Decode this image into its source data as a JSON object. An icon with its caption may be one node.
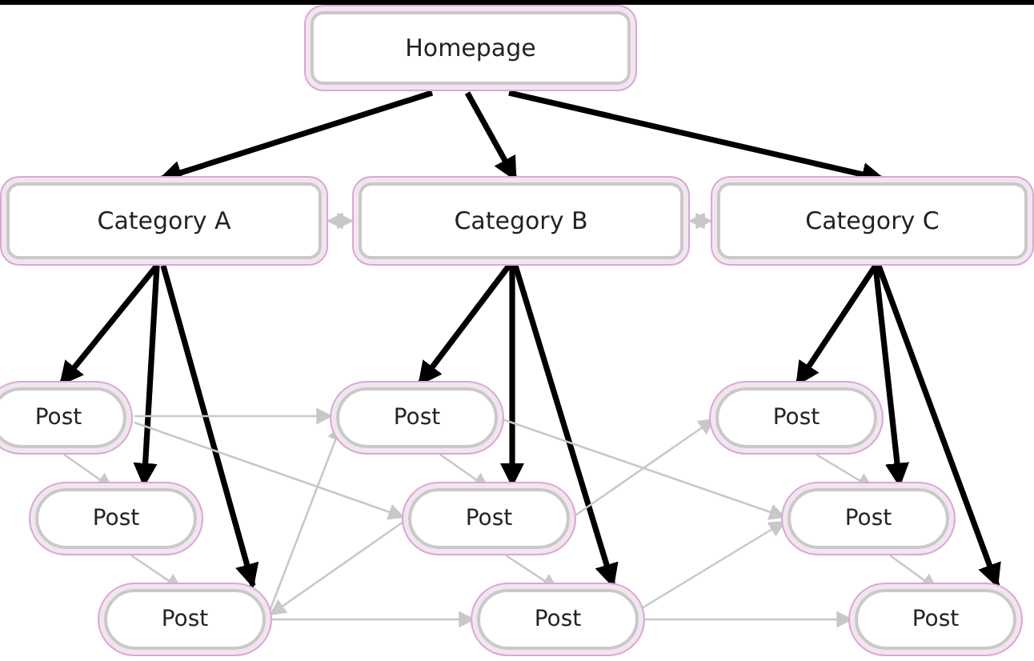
{
  "diagram": {
    "nodes": [
      {
        "text": [
          "Homepage"
        ]
      },
      {
        "text": [
          "Category A"
        ]
      },
      {
        "text": [
          "Category B"
        ]
      },
      {
        "text": [
          "Category C"
        ]
      },
      {
        "text": [
          "Post"
        ]
      },
      {
        "text": [
          "Post"
        ]
      },
      {
        "text": [
          "Post"
        ]
      },
      {
        "text": [
          "Post"
        ]
      },
      {
        "text": [
          "Post"
        ]
      },
      {
        "text": [
          "Post"
        ]
      },
      {
        "text": [
          "Post"
        ]
      },
      {
        "text": [
          "Post"
        ]
      },
      {
        "text": [
          "Post"
        ]
      }
    ],
    "edges": [
      {
        "from": 0,
        "to": 1,
        "arrow": "to",
        "style": "thick",
        "color": "#000000"
      },
      {
        "from": 0,
        "to": 2,
        "arrow": "to",
        "style": "thick",
        "color": "#000000"
      },
      {
        "from": 0,
        "to": 3,
        "arrow": "to",
        "style": "thick",
        "color": "#000000"
      },
      {
        "from": 1,
        "to": 2,
        "arrow": "both"
      },
      {
        "from": 2,
        "to": 3,
        "arrow": "both"
      },
      {
        "from": 1,
        "to": 4,
        "arrow": "to",
        "style": "thick",
        "color": "#000000"
      },
      {
        "from": 1,
        "to": 5,
        "arrow": "to",
        "style": "thick",
        "color": "#000000"
      },
      {
        "from": 1,
        "to": 6,
        "arrow": "to",
        "style": "thick",
        "color": "#000000"
      },
      {
        "from": 2,
        "to": 7,
        "arrow": "to",
        "style": "thick",
        "color": "#000000"
      },
      {
        "from": 2,
        "to": 8,
        "arrow": "to",
        "style": "thick",
        "color": "#000000"
      },
      {
        "from": 2,
        "to": 9,
        "arrow": "to",
        "style": "thick",
        "color": "#000000"
      },
      {
        "from": 3,
        "to": 10,
        "arrow": "to",
        "style": "thick",
        "color": "#000000"
      },
      {
        "from": 3,
        "to": 11,
        "arrow": "to",
        "style": "thick",
        "color": "#000000"
      },
      {
        "from": 3,
        "to": 12,
        "arrow": "to",
        "style": "thick",
        "color": "#000000"
      },
      {
        "from": 4,
        "to": 5,
        "arrow": "to"
      },
      {
        "from": 5,
        "to": 6,
        "arrow": "to"
      },
      {
        "from": 7,
        "to": 8,
        "arrow": "to"
      },
      {
        "from": 8,
        "to": 9,
        "arrow": "to"
      },
      {
        "from": 10,
        "to": 11,
        "arrow": "to"
      },
      {
        "from": 11,
        "to": 12,
        "arrow": "to"
      },
      {
        "from": 4,
        "to": 7,
        "arrow": "to"
      },
      {
        "from": 4,
        "to": 8,
        "arrow": "to"
      },
      {
        "from": 6,
        "to": 7,
        "arrow": "to"
      },
      {
        "from": 8,
        "to": 6,
        "arrow": "to"
      },
      {
        "from": 6,
        "to": 9,
        "arrow": "to"
      },
      {
        "from": 7,
        "to": 11,
        "arrow": "to"
      },
      {
        "from": 8,
        "to": 10,
        "arrow": "to"
      },
      {
        "from": 9,
        "to": 11,
        "arrow": "to"
      },
      {
        "from": 9,
        "to": 12,
        "arrow": "to"
      }
    ]
  }
}
